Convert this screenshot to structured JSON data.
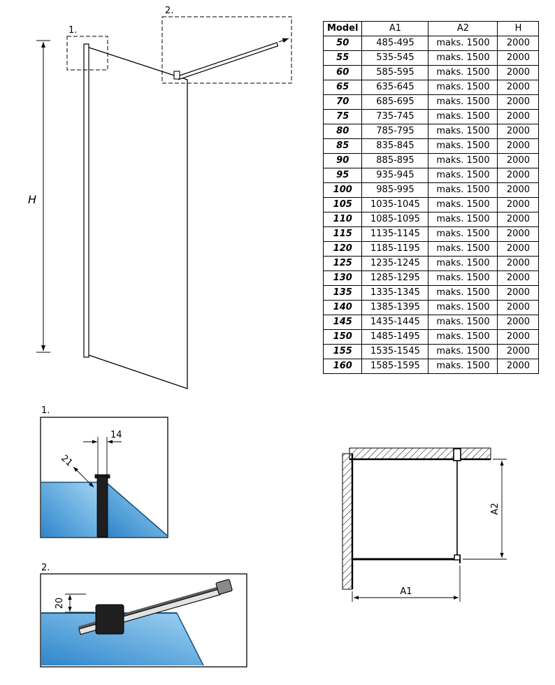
{
  "labels": {
    "callout1": "1.",
    "callout2": "2.",
    "height": "H"
  },
  "detail1": {
    "title": "1.",
    "dim_width": "14",
    "dim_depth": "21"
  },
  "detail2": {
    "title": "2.",
    "dim_height": "20"
  },
  "plan": {
    "dim_a1": "A1",
    "dim_a2": "A2"
  },
  "table": {
    "headers": [
      "Model",
      "A1",
      "A2",
      "H"
    ],
    "rows": [
      [
        "50",
        "485-495",
        "maks. 1500",
        "2000"
      ],
      [
        "55",
        "535-545",
        "maks. 1500",
        "2000"
      ],
      [
        "60",
        "585-595",
        "maks. 1500",
        "2000"
      ],
      [
        "65",
        "635-645",
        "maks. 1500",
        "2000"
      ],
      [
        "70",
        "685-695",
        "maks. 1500",
        "2000"
      ],
      [
        "75",
        "735-745",
        "maks. 1500",
        "2000"
      ],
      [
        "80",
        "785-795",
        "maks. 1500",
        "2000"
      ],
      [
        "85",
        "835-845",
        "maks. 1500",
        "2000"
      ],
      [
        "90",
        "885-895",
        "maks. 1500",
        "2000"
      ],
      [
        "95",
        "935-945",
        "maks. 1500",
        "2000"
      ],
      [
        "100",
        "985-995",
        "maks. 1500",
        "2000"
      ],
      [
        "105",
        "1035-1045",
        "maks. 1500",
        "2000"
      ],
      [
        "110",
        "1085-1095",
        "maks. 1500",
        "2000"
      ],
      [
        "115",
        "1135-1145",
        "maks. 1500",
        "2000"
      ],
      [
        "120",
        "1185-1195",
        "maks. 1500",
        "2000"
      ],
      [
        "125",
        "1235-1245",
        "maks. 1500",
        "2000"
      ],
      [
        "130",
        "1285-1295",
        "maks. 1500",
        "2000"
      ],
      [
        "135",
        "1335-1345",
        "maks. 1500",
        "2000"
      ],
      [
        "140",
        "1385-1395",
        "maks. 1500",
        "2000"
      ],
      [
        "145",
        "1435-1445",
        "maks. 1500",
        "2000"
      ],
      [
        "150",
        "1485-1495",
        "maks. 1500",
        "2000"
      ],
      [
        "155",
        "1535-1545",
        "maks. 1500",
        "2000"
      ],
      [
        "160",
        "1585-1595",
        "maks. 1500",
        "2000"
      ]
    ]
  },
  "colors": {
    "glass": "#2f86cc",
    "glass_light": "#9fd3f2",
    "glass_edge": "#11507f",
    "profile": "#1f1f1f",
    "bar_face": "#e2e2e2",
    "bar_top": "#5a5a5a"
  }
}
